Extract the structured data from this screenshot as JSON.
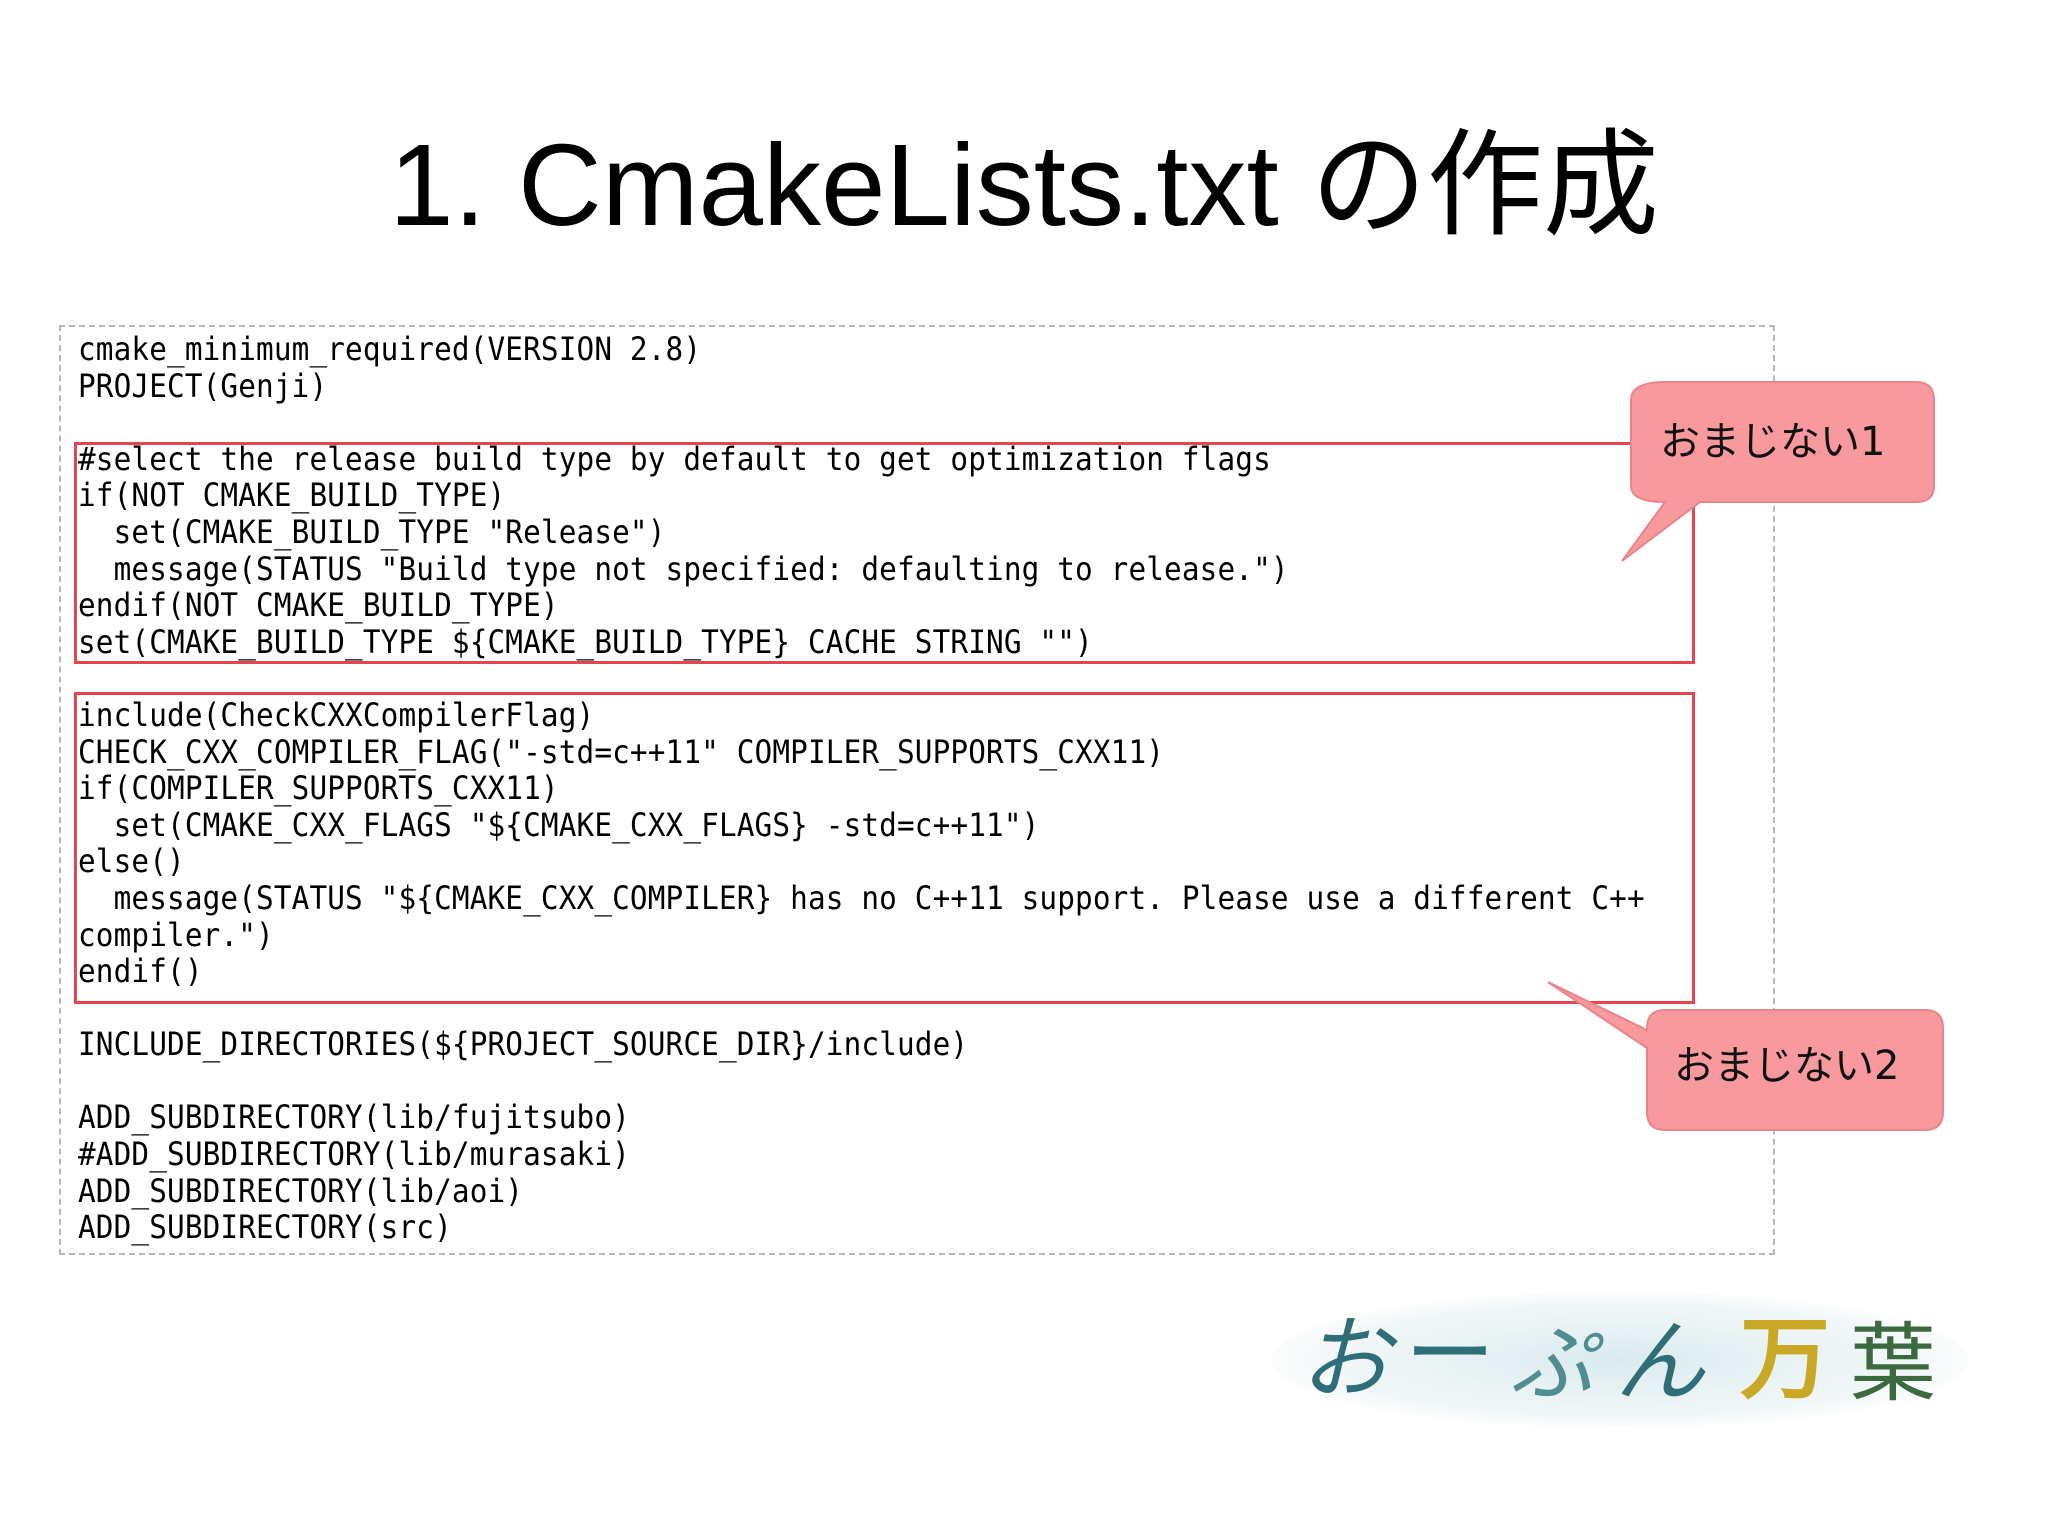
{
  "slide": {
    "title": "1. CmakeLists.txt の作成"
  },
  "code": {
    "lines": [
      "cmake_minimum_required(VERSION 2.8)",
      "PROJECT(Genji)",
      "",
      "#select the release build type by default to get optimization flags",
      "if(NOT CMAKE_BUILD_TYPE)",
      "  set(CMAKE_BUILD_TYPE \"Release\")",
      "  message(STATUS \"Build type not specified: defaulting to release.\")",
      "endif(NOT CMAKE_BUILD_TYPE)",
      "set(CMAKE_BUILD_TYPE ${CMAKE_BUILD_TYPE} CACHE STRING \"\")",
      "",
      "include(CheckCXXCompilerFlag)",
      "CHECK_CXX_COMPILER_FLAG(\"-std=c++11\" COMPILER_SUPPORTS_CXX11)",
      "if(COMPILER_SUPPORTS_CXX11)",
      "  set(CMAKE_CXX_FLAGS \"${CMAKE_CXX_FLAGS} -std=c++11\")",
      "else()",
      "  message(STATUS \"${CMAKE_CXX_COMPILER} has no C++11 support. Please use a different C++",
      "compiler.\")",
      "endif()",
      "",
      "INCLUDE_DIRECTORIES(${PROJECT_SOURCE_DIR}/include)",
      "",
      "ADD_SUBDIRECTORY(lib/fujitsubo)",
      "#ADD_SUBDIRECTORY(lib/murasaki)",
      "ADD_SUBDIRECTORY(lib/aoi)",
      "ADD_SUBDIRECTORY(src)"
    ]
  },
  "callouts": {
    "first": "おまじない1",
    "second": "おまじない2"
  },
  "logo": {
    "text": "おーぷん万葉"
  },
  "colors": {
    "highlight_border": "#e64550",
    "callout_fill": "#f7999d",
    "callout_stroke": "#e8858a",
    "logo_teal": "#2f6d78",
    "logo_gold": "#c9a826"
  }
}
